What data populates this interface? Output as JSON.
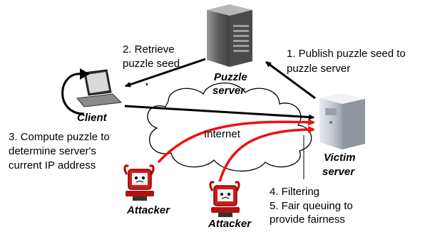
{
  "colors": {
    "attack_arrow": "#ee1111",
    "arrow": "#000000",
    "cloud_stroke": "#000000",
    "server_body": "#6f6f6f",
    "victim_body": "#c9cfd6",
    "attacker_body": "#d81818"
  },
  "icons": [
    "puzzle-server-icon",
    "laptop-icon",
    "victim-server-icon",
    "attacker-computer-icon",
    "attacker-computer-icon",
    "cloud-icon",
    "cycle-arrow-icon"
  ],
  "nodes": {
    "puzzle_server": {
      "line1": "Puzzle",
      "line2": "server"
    },
    "client": {
      "label": "Client"
    },
    "victim_server": {
      "line1": "Victim",
      "line2": "server"
    },
    "attacker_left": {
      "label": "Attacker"
    },
    "attacker_right": {
      "label": "Attacker"
    },
    "internet": {
      "label": "Internet"
    }
  },
  "steps": {
    "publish": {
      "line1": "1. Publish puzzle seed to",
      "line2": "puzzle server"
    },
    "retrieve": {
      "line1": "2. Retrieve",
      "line2": "puzzle seed"
    },
    "compute": {
      "line1": "3. Compute puzzle to",
      "line2": "determine server's",
      "line3": "current IP address"
    },
    "filtering": {
      "line1": "4. Filtering"
    },
    "fair_queuing": {
      "line1": "5. Fair queuing to",
      "line2": "provide fairness"
    }
  }
}
